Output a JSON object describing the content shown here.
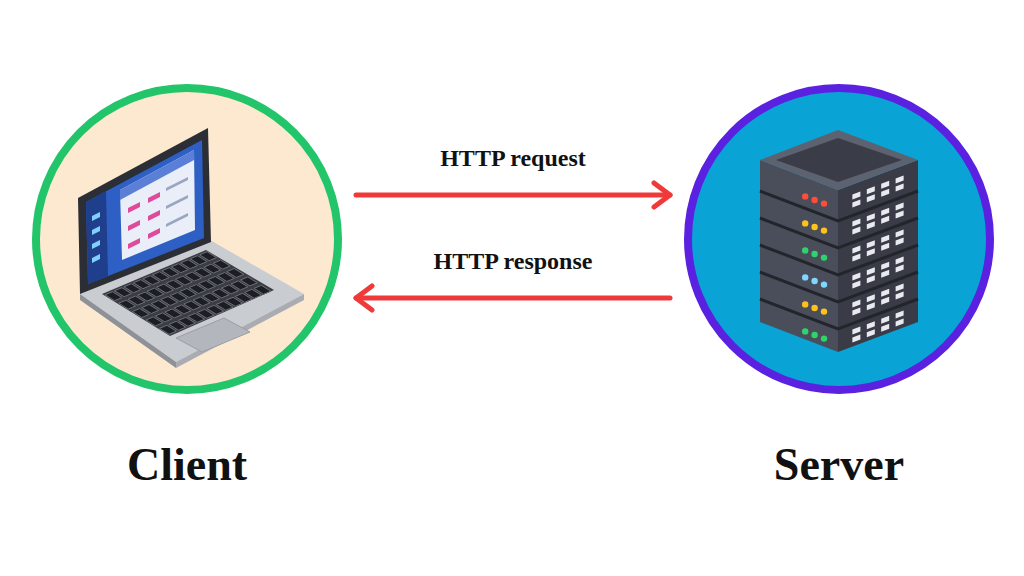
{
  "diagram": {
    "nodes": [
      {
        "text": [
          "Client"
        ]
      },
      {
        "text": [
          "Server"
        ]
      }
    ],
    "edges": [
      {
        "from": 0,
        "to": 1,
        "arrow": "to",
        "label": "HTTP request"
      },
      {
        "from": 1,
        "to": 0,
        "arrow": "to",
        "label": "HTTP response"
      }
    ]
  }
}
